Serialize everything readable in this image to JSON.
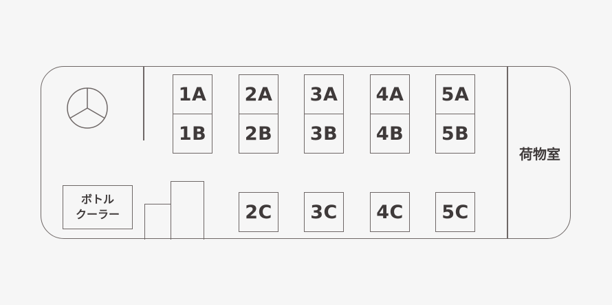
{
  "seats": {
    "row_a": [
      "1A",
      "2A",
      "3A",
      "4A",
      "5A"
    ],
    "row_b": [
      "1B",
      "2B",
      "3B",
      "4B",
      "5B"
    ],
    "row_c": [
      "2C",
      "3C",
      "4C",
      "5C"
    ]
  },
  "cooler": {
    "line1": "ボトル",
    "line2": "クーラー"
  },
  "cargo": {
    "label": "荷物室"
  },
  "colors": {
    "outline": "#6e6766",
    "text": "#3f3a3a",
    "background": "#f6f6f6"
  },
  "icons": {
    "steering": "steering-wheel-icon"
  }
}
